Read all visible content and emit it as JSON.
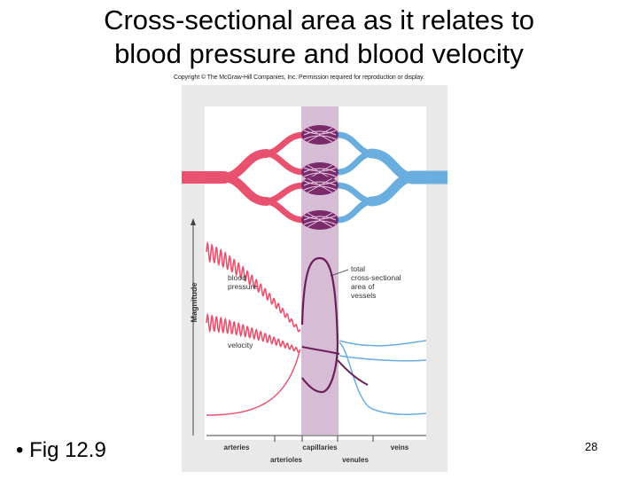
{
  "slide": {
    "title_line1": "Cross-sectional area as it relates to",
    "title_line2": "blood pressure and blood velocity",
    "bullet_text": "Fig 12.9",
    "page_number": "28"
  },
  "figure": {
    "copyright": "Copyright © The McGraw-Hill Companies, Inc. Permission required for reproduction or display.",
    "y_axis_label": "Magnitude",
    "labels": {
      "blood_pressure_line1": "blood",
      "blood_pressure_line2": "pressure",
      "velocity": "velocity",
      "area_line1": "total",
      "area_line2": "cross-sectional",
      "area_line3": "area of",
      "area_line4": "vessels"
    },
    "x_axis": {
      "arteries": "arteries",
      "capillaries": "capillaries",
      "veins": "veins",
      "arterioles": "arterioles",
      "venules": "venules"
    },
    "colors": {
      "arterial": "#e8526e",
      "venous": "#6aaee0",
      "capillary_band": "#d7bcd6",
      "capillary_net": "#7a2a6a",
      "area_curve": "#6b1f5a"
    }
  }
}
